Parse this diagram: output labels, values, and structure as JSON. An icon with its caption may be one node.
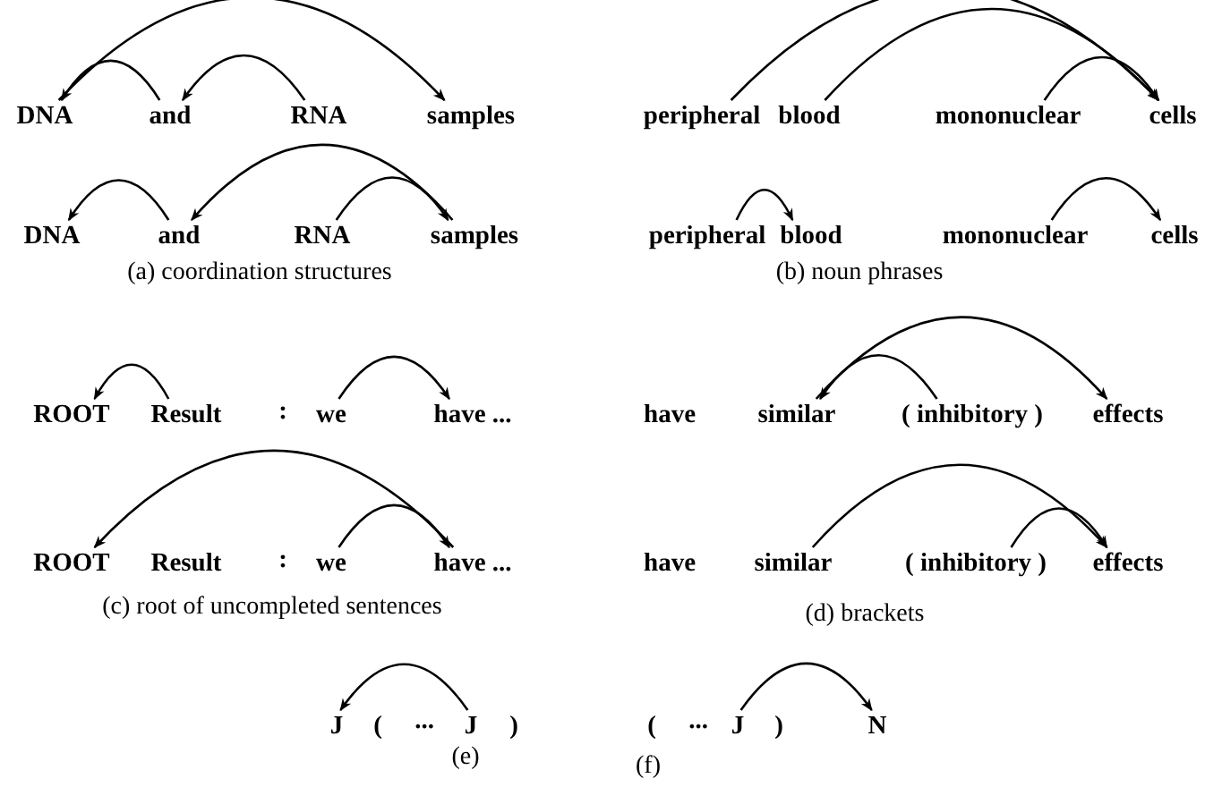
{
  "diagram": {
    "nodes": [
      {
        "text": [
          "DNA"
        ]
      },
      {
        "text": [
          "and"
        ]
      },
      {
        "text": [
          "RNA"
        ]
      },
      {
        "text": [
          "samples"
        ]
      },
      {
        "text": [
          "DNA"
        ]
      },
      {
        "text": [
          "and"
        ]
      },
      {
        "text": [
          "RNA"
        ]
      },
      {
        "text": [
          "samples"
        ]
      },
      {
        "text": [
          "peripheral"
        ]
      },
      {
        "text": [
          "blood"
        ]
      },
      {
        "text": [
          "mononuclear"
        ]
      },
      {
        "text": [
          "cells"
        ]
      },
      {
        "text": [
          "peripheral"
        ]
      },
      {
        "text": [
          "blood"
        ]
      },
      {
        "text": [
          "mononuclear"
        ]
      },
      {
        "text": [
          "cells"
        ]
      },
      {
        "text": [
          "ROOT"
        ]
      },
      {
        "text": [
          "Result"
        ]
      },
      {
        "text": [
          "we"
        ]
      },
      {
        "text": [
          "have ..."
        ]
      },
      {
        "text": [
          "ROOT"
        ]
      },
      {
        "text": [
          "Result"
        ]
      },
      {
        "text": [
          "we"
        ]
      },
      {
        "text": [
          "have ..."
        ]
      },
      {
        "text": [
          "similar"
        ]
      },
      {
        "text": [
          "( inhibitory )"
        ]
      },
      {
        "text": [
          "effects"
        ]
      },
      {
        "text": [
          "similar"
        ]
      },
      {
        "text": [
          "( inhibitory )"
        ]
      },
      {
        "text": [
          "effects"
        ]
      },
      {
        "text": [
          "J"
        ]
      },
      {
        "text": [
          "J"
        ]
      },
      {
        "text": [
          "J"
        ]
      },
      {
        "text": [
          "N"
        ]
      }
    ],
    "edges": [
      {
        "from": 0,
        "to": 3,
        "arrow": "to"
      },
      {
        "from": 1,
        "to": 0,
        "arrow": "to"
      },
      {
        "from": 2,
        "to": 1,
        "arrow": "to"
      },
      {
        "from": 5,
        "to": 4,
        "arrow": "to"
      },
      {
        "from": 7,
        "to": 5,
        "arrow": "to"
      },
      {
        "from": 6,
        "to": 7,
        "arrow": "to"
      },
      {
        "from": 8,
        "to": 11,
        "arrow": "to"
      },
      {
        "from": 9,
        "to": 11,
        "arrow": "to"
      },
      {
        "from": 10,
        "to": 11,
        "arrow": "to"
      },
      {
        "from": 12,
        "to": 13,
        "arrow": "to"
      },
      {
        "from": 14,
        "to": 15,
        "arrow": "to"
      },
      {
        "from": 17,
        "to": 16,
        "arrow": "to"
      },
      {
        "from": 18,
        "to": 19,
        "arrow": "to"
      },
      {
        "from": 23,
        "to": 20,
        "arrow": "to"
      },
      {
        "from": 22,
        "to": 23,
        "arrow": "to"
      },
      {
        "from": 24,
        "to": 26,
        "arrow": "to"
      },
      {
        "from": 25,
        "to": 24,
        "arrow": "to"
      },
      {
        "from": 27,
        "to": 29,
        "arrow": "to"
      },
      {
        "from": 28,
        "to": 29,
        "arrow": "to"
      },
      {
        "from": 31,
        "to": 30,
        "arrow": "to"
      },
      {
        "from": 32,
        "to": 33,
        "arrow": "to"
      }
    ],
    "labels": [
      "(a) coordination structures",
      "(b) noun phrases",
      ":",
      "have",
      ":",
      "have",
      "(c) root of uncompleted sentences",
      "(d) brackets",
      "(",
      "...",
      ")",
      "(",
      "...",
      ")",
      "(e)",
      "(f)"
    ]
  }
}
